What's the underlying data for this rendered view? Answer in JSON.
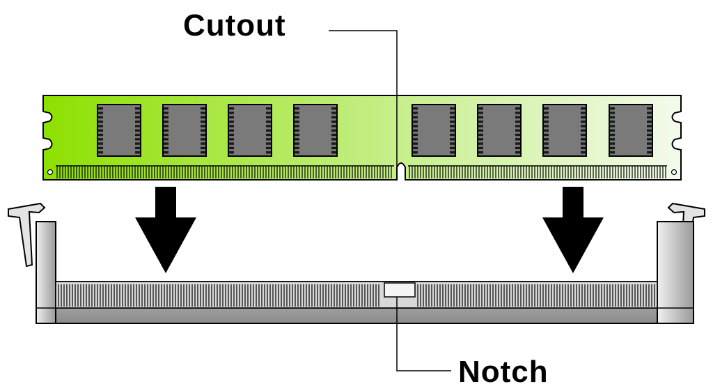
{
  "labels": {
    "cutout": "Cutout",
    "notch": "Notch"
  },
  "colors": {
    "module_green_left": "#8ee000",
    "module_green_right": "#eef8e0",
    "chip_fill": "#7a7a7a",
    "chip_pin": "#1a1a1a",
    "slot_light": "#e6e6e6",
    "slot_dark": "#8a8a8a",
    "arrow": "#000000"
  },
  "module": {
    "chip_count": 8
  },
  "icons": {
    "insert_arrows": "down-arrow-icon"
  }
}
